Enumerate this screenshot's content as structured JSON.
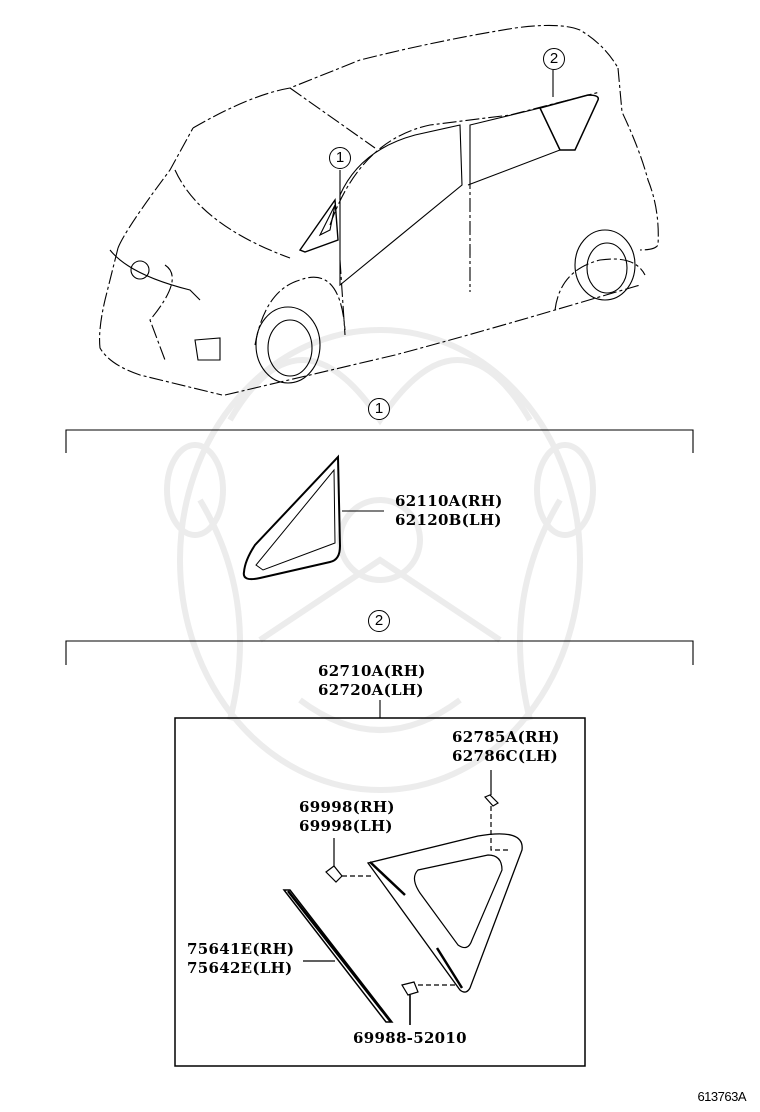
{
  "diagram": {
    "catalog_number": "613763A",
    "overview": {
      "callouts": [
        {
          "id": "1",
          "label": "1",
          "target": "front quarter window"
        },
        {
          "id": "2",
          "label": "2",
          "target": "rear quarter window"
        }
      ]
    },
    "sections": [
      {
        "id": "1",
        "marker": "1",
        "parts": [
          {
            "line1": "62110A(RH)",
            "line2": "62120B(LH)",
            "name": "front door quarter window glass"
          }
        ]
      },
      {
        "id": "2",
        "marker": "2",
        "assembly": {
          "line1": "62710A(RH)",
          "line2": "62720A(LH)",
          "name": "quarter window assembly"
        },
        "parts": [
          {
            "line1": "62785A(RH)",
            "line2": "62786C(LH)",
            "name": "upper clip"
          },
          {
            "line1": "69998(RH)",
            "line2": "69998(LH)",
            "name": "front clip"
          },
          {
            "line1": "75641E(RH)",
            "line2": "75642E(LH)",
            "name": "moulding"
          },
          {
            "line1": "69988-52010",
            "line2": "",
            "name": "lower clip"
          }
        ]
      }
    ],
    "colors": {
      "line": "#000000",
      "watermark": "#e8e8e8",
      "background": "#ffffff"
    }
  }
}
